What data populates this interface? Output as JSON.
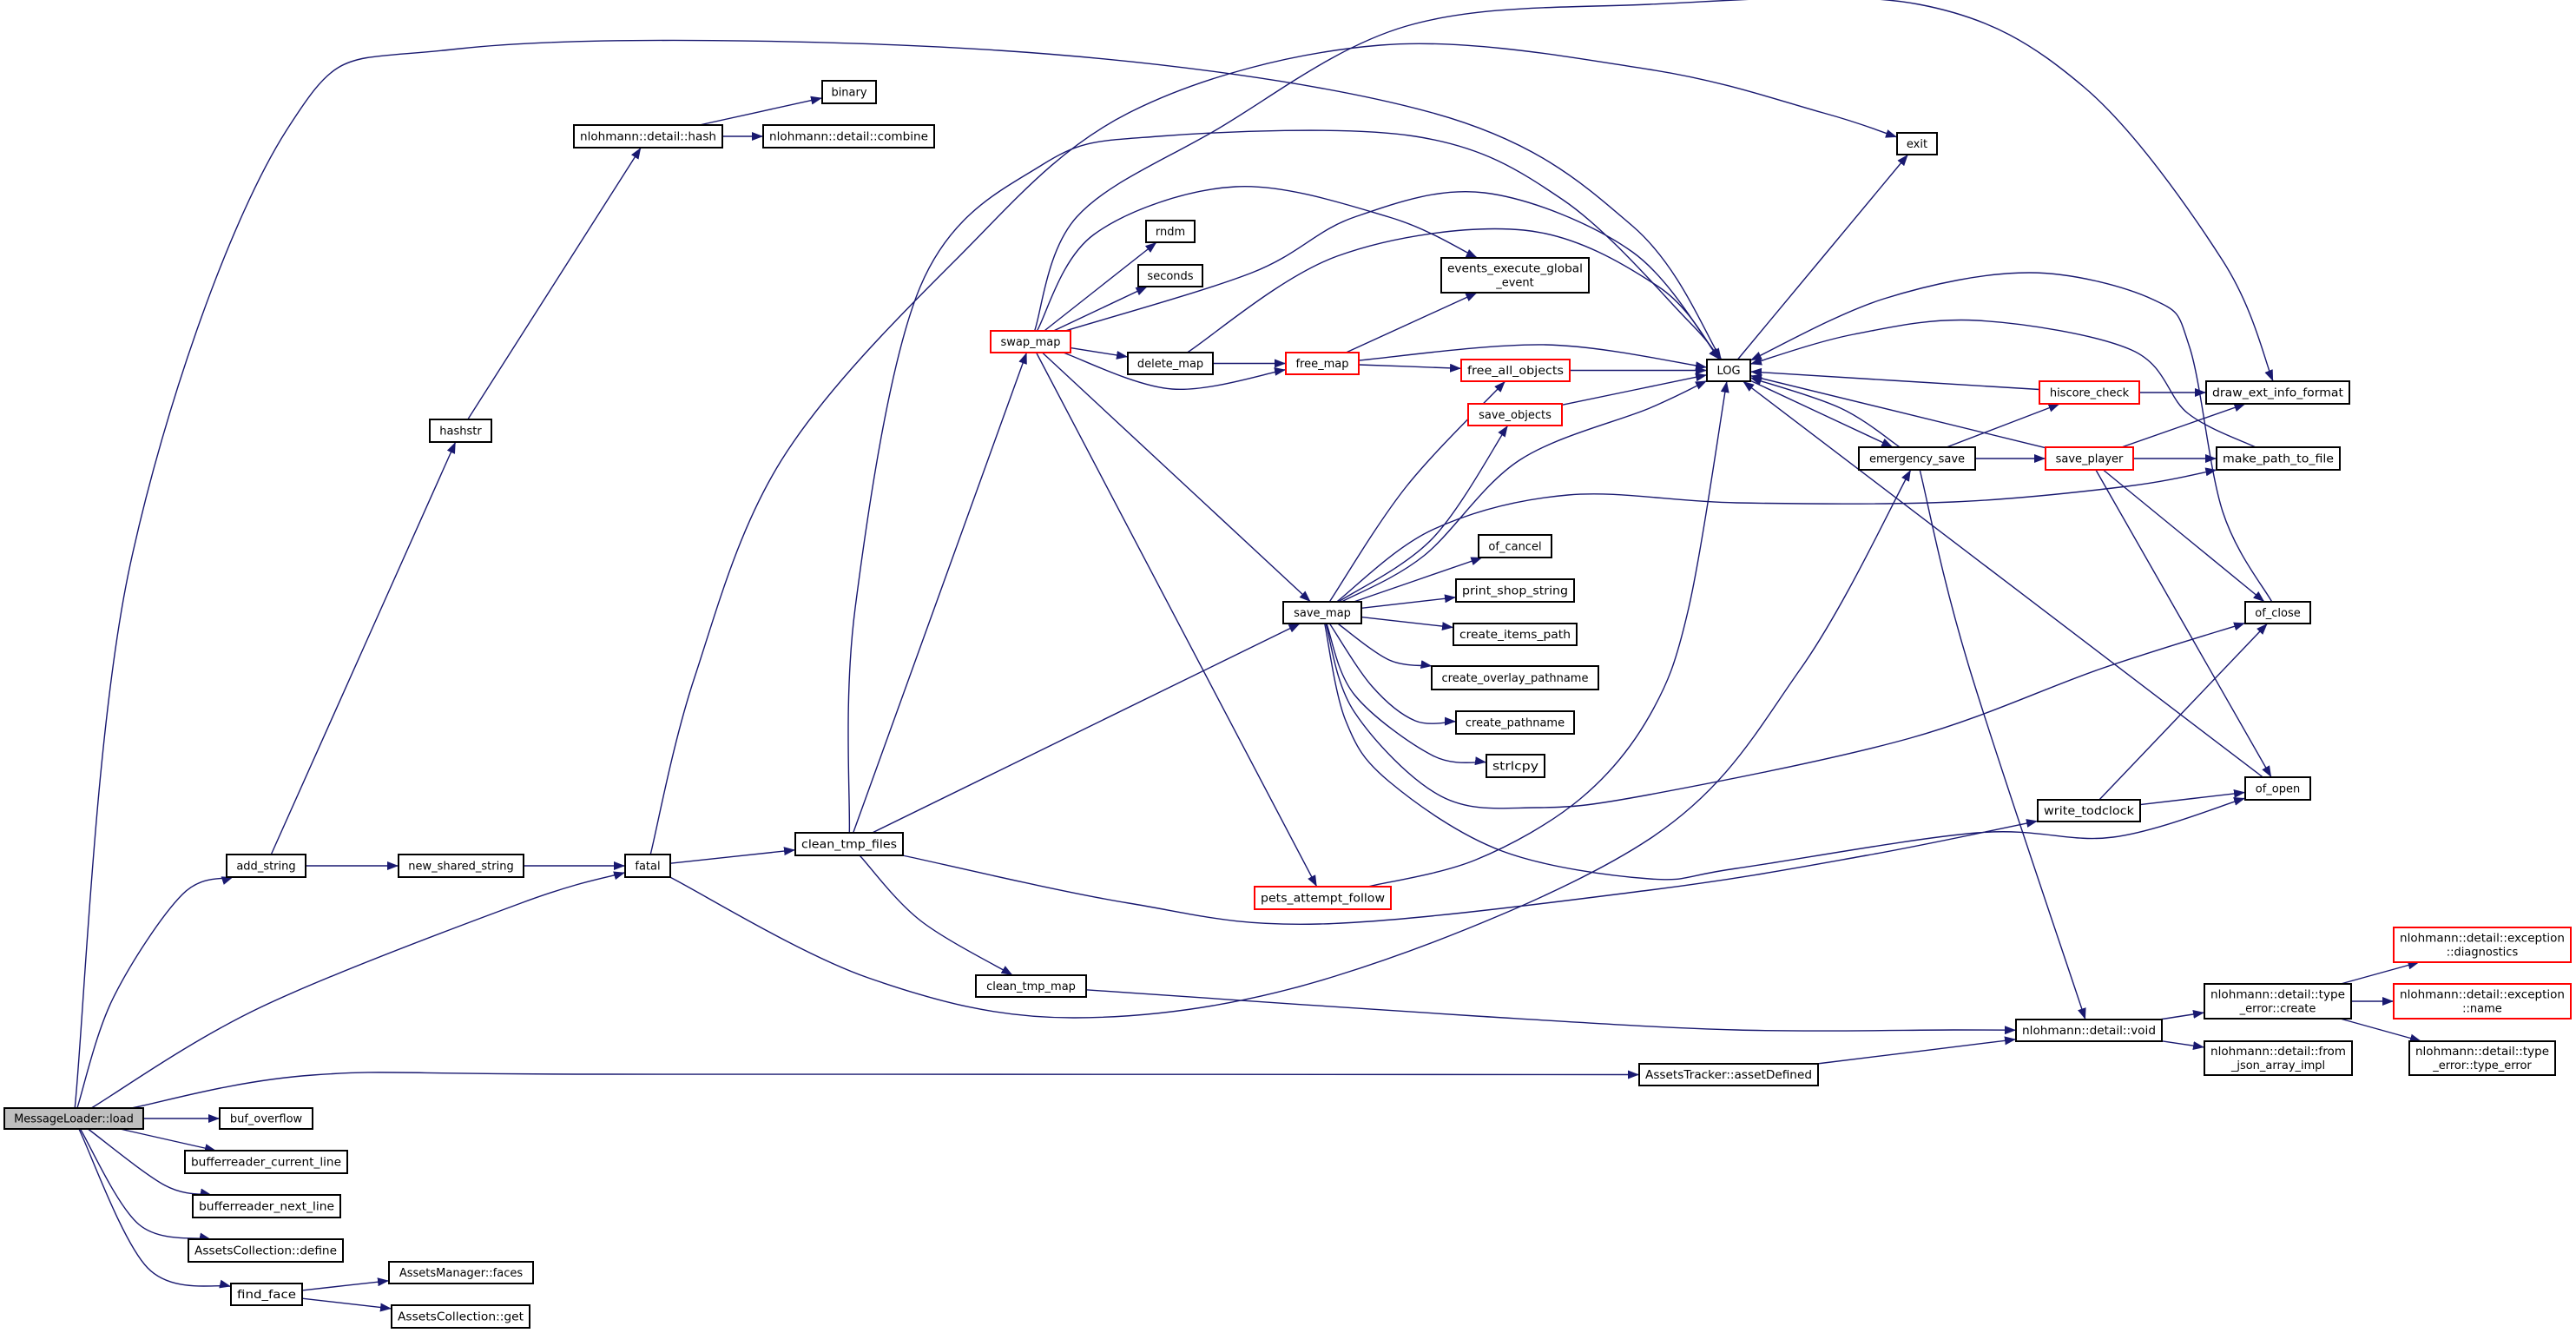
{
  "colors": {
    "edge": "#191970",
    "node_border": "#000000",
    "truncated_border": "#ff0000",
    "root_fill": "#bfbfbf",
    "node_fill": "#ffffff"
  },
  "nodes": [
    {
      "label": [
        "MessageLoader::load"
      ],
      "style": "root"
    },
    {
      "label": [
        "add_string"
      ],
      "style": "normal"
    },
    {
      "label": [
        "hashstr"
      ],
      "style": "normal"
    },
    {
      "label": [
        "nlohmann::detail::hash"
      ],
      "style": "normal"
    },
    {
      "label": [
        "binary"
      ],
      "style": "normal"
    },
    {
      "label": [
        "nlohmann::detail::combine"
      ],
      "style": "normal"
    },
    {
      "label": [
        "new_shared_string"
      ],
      "style": "normal"
    },
    {
      "label": [
        "fatal"
      ],
      "style": "normal"
    },
    {
      "label": [
        "exit"
      ],
      "style": "normal"
    },
    {
      "label": [
        "clean_tmp_files"
      ],
      "style": "normal"
    },
    {
      "label": [
        "LOG"
      ],
      "style": "normal"
    },
    {
      "label": [
        "emergency_save"
      ],
      "style": "normal"
    },
    {
      "label": [
        "hiscore_check"
      ],
      "style": "truncated"
    },
    {
      "label": [
        "draw_ext_info_format"
      ],
      "style": "normal"
    },
    {
      "label": [
        "save_player"
      ],
      "style": "truncated"
    },
    {
      "label": [
        "make_path_to_file"
      ],
      "style": "normal"
    },
    {
      "label": [
        "of_close"
      ],
      "style": "normal"
    },
    {
      "label": [
        "of_open"
      ],
      "style": "normal"
    },
    {
      "label": [
        "nlohmann::detail::void"
      ],
      "style": "normal"
    },
    {
      "label": [
        "nlohmann::detail::type",
        "_error::create"
      ],
      "style": "normal"
    },
    {
      "label": [
        "nlohmann::detail::exception",
        "::diagnostics"
      ],
      "style": "truncated"
    },
    {
      "label": [
        "nlohmann::detail::exception",
        "::name"
      ],
      "style": "truncated"
    },
    {
      "label": [
        "nlohmann::detail::type",
        "_error::type_error"
      ],
      "style": "normal"
    },
    {
      "label": [
        "nlohmann::detail::from",
        "_json_array_impl"
      ],
      "style": "normal"
    },
    {
      "label": [
        "clean_tmp_map"
      ],
      "style": "normal"
    },
    {
      "label": [
        "save_map"
      ],
      "style": "normal"
    },
    {
      "label": [
        "free_all_objects"
      ],
      "style": "truncated"
    },
    {
      "label": [
        "save_objects"
      ],
      "style": "truncated"
    },
    {
      "label": [
        "of_cancel"
      ],
      "style": "normal"
    },
    {
      "label": [
        "print_shop_string"
      ],
      "style": "normal"
    },
    {
      "label": [
        "create_items_path"
      ],
      "style": "normal"
    },
    {
      "label": [
        "create_overlay_pathname"
      ],
      "style": "normal"
    },
    {
      "label": [
        "create_pathname"
      ],
      "style": "normal"
    },
    {
      "label": [
        "strlcpy"
      ],
      "style": "normal"
    },
    {
      "label": [
        "swap_map"
      ],
      "style": "truncated"
    },
    {
      "label": [
        "events_execute_global",
        "_event"
      ],
      "style": "normal"
    },
    {
      "label": [
        "rndm"
      ],
      "style": "normal"
    },
    {
      "label": [
        "seconds"
      ],
      "style": "normal"
    },
    {
      "label": [
        "delete_map"
      ],
      "style": "normal"
    },
    {
      "label": [
        "free_map"
      ],
      "style": "truncated"
    },
    {
      "label": [
        "pets_attempt_follow"
      ],
      "style": "truncated"
    },
    {
      "label": [
        "write_todclock"
      ],
      "style": "normal"
    },
    {
      "label": [
        "AssetsTracker::assetDefined"
      ],
      "style": "normal"
    },
    {
      "label": [
        "buf_overflow"
      ],
      "style": "normal"
    },
    {
      "label": [
        "bufferreader_current_line"
      ],
      "style": "normal"
    },
    {
      "label": [
        "bufferreader_next_line"
      ],
      "style": "normal"
    },
    {
      "label": [
        "AssetsCollection::define"
      ],
      "style": "normal"
    },
    {
      "label": [
        "find_face"
      ],
      "style": "normal"
    },
    {
      "label": [
        "AssetsManager::faces"
      ],
      "style": "normal"
    },
    {
      "label": [
        "AssetsCollection::get"
      ],
      "style": "normal"
    }
  ],
  "edges": [
    [
      0,
      1
    ],
    [
      0,
      7
    ],
    [
      0,
      10
    ],
    [
      0,
      42
    ],
    [
      0,
      43
    ],
    [
      0,
      44
    ],
    [
      0,
      45
    ],
    [
      0,
      46
    ],
    [
      0,
      47
    ],
    [
      47,
      48
    ],
    [
      47,
      49
    ],
    [
      1,
      2
    ],
    [
      1,
      6
    ],
    [
      2,
      3
    ],
    [
      3,
      4
    ],
    [
      3,
      5
    ],
    [
      6,
      7
    ],
    [
      7,
      8
    ],
    [
      7,
      9
    ],
    [
      7,
      11
    ],
    [
      9,
      10
    ],
    [
      9,
      34
    ],
    [
      9,
      25
    ],
    [
      9,
      24
    ],
    [
      9,
      41
    ],
    [
      24,
      18
    ],
    [
      34,
      13
    ],
    [
      34,
      35
    ],
    [
      34,
      10
    ],
    [
      34,
      36
    ],
    [
      34,
      37
    ],
    [
      34,
      38
    ],
    [
      34,
      39
    ],
    [
      34,
      25
    ],
    [
      34,
      40
    ],
    [
      38,
      39
    ],
    [
      38,
      10
    ],
    [
      39,
      35
    ],
    [
      39,
      26
    ],
    [
      39,
      10
    ],
    [
      26,
      10
    ],
    [
      27,
      10
    ],
    [
      25,
      26
    ],
    [
      25,
      27
    ],
    [
      25,
      10
    ],
    [
      25,
      15
    ],
    [
      25,
      28
    ],
    [
      25,
      29
    ],
    [
      25,
      30
    ],
    [
      25,
      31
    ],
    [
      25,
      32
    ],
    [
      25,
      33
    ],
    [
      25,
      16
    ],
    [
      25,
      17
    ],
    [
      40,
      10
    ],
    [
      10,
      8
    ],
    [
      10,
      11
    ],
    [
      11,
      10
    ],
    [
      11,
      12
    ],
    [
      11,
      14
    ],
    [
      11,
      18
    ],
    [
      12,
      10
    ],
    [
      12,
      13
    ],
    [
      14,
      10
    ],
    [
      14,
      13
    ],
    [
      14,
      15
    ],
    [
      14,
      16
    ],
    [
      14,
      17
    ],
    [
      16,
      10
    ],
    [
      15,
      10
    ],
    [
      17,
      10
    ],
    [
      41,
      16
    ],
    [
      41,
      17
    ],
    [
      42,
      18
    ],
    [
      18,
      19
    ],
    [
      18,
      23
    ],
    [
      19,
      20
    ],
    [
      19,
      21
    ],
    [
      19,
      22
    ]
  ]
}
